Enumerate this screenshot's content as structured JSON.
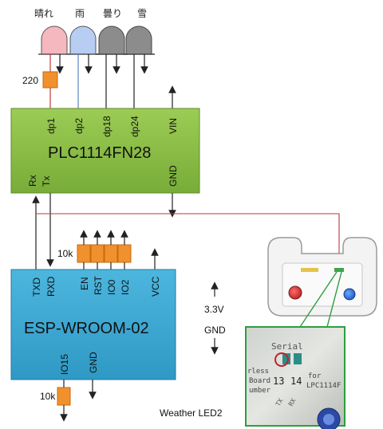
{
  "leds": [
    {
      "label": "晴れ",
      "color": "#f5b8bf"
    },
    {
      "label": "雨",
      "color": "#b8cdf2"
    },
    {
      "label": "曇り",
      "color": "#8c8c8c"
    },
    {
      "label": "雪",
      "color": "#8c8c8c"
    }
  ],
  "resistor_led": "220",
  "plc": {
    "name": "PLC1114FN28",
    "pins_top": [
      "dp1",
      "dp2",
      "dp18",
      "dp24",
      "VIN"
    ],
    "pins_bottom": [
      "Rx",
      "Tx",
      "GND"
    ],
    "color": "#8bbd4a"
  },
  "esp": {
    "name": "ESP-WROOM-02",
    "pins_top": [
      "TXD",
      "RXD",
      "EN",
      "RST",
      "IO0",
      "IO2",
      "VCC"
    ],
    "pins_bottom": [
      "IO15",
      "GND"
    ],
    "color": "#3ea8d2"
  },
  "resistor_pullup": "10k",
  "resistor_pulldown": "10k",
  "power": {
    "v33": "3.3V",
    "gnd": "GND"
  },
  "board": {
    "serial_label": "Serial",
    "pin_numbers": [
      "13",
      "14"
    ],
    "side_left": [
      "rless",
      "Board",
      "umber"
    ],
    "side_right": [
      "for",
      "LPC1114F"
    ],
    "pin_names": [
      "TX",
      "RX"
    ]
  },
  "caption": "Weather LED2",
  "colors": {
    "wire": "#333333",
    "wire_red": "#c0393b",
    "wire_blue": "#5a86c0",
    "wire_green": "#2e9e3e",
    "resistor": "#f0912d"
  }
}
